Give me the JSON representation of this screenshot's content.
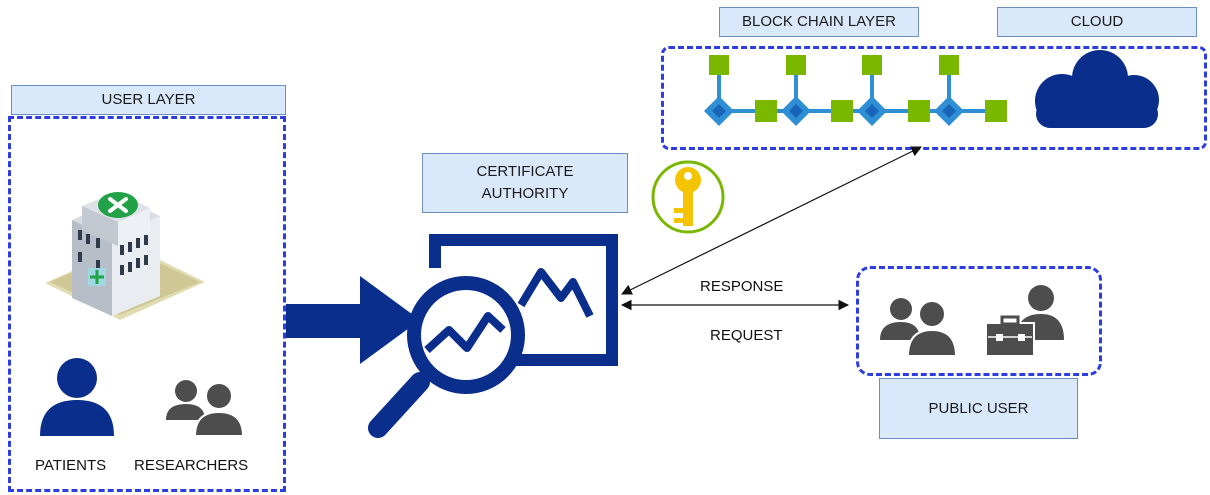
{
  "labels": {
    "user_layer": "USER LAYER",
    "certificate_authority_line1": "CERTIFICATE",
    "certificate_authority_line2": "AUTHORITY",
    "block_chain_layer": "BLOCK CHAIN LAYER",
    "cloud": "CLOUD",
    "public_user": "PUBLIC USER",
    "patients": "PATIENTS",
    "researchers": "RESEARCHERS",
    "response": "RESPONSE",
    "request": "REQUEST"
  },
  "colors": {
    "navy": "#0a2e8c",
    "dash_blue": "#2d3ee0",
    "label_fill": "#dae8fc",
    "label_stroke": "#6c8ebf",
    "chain_green": "#7ab800",
    "chain_blue": "#2e8fd4",
    "key_gold": "#f5c400",
    "gray_people": "#4d4d4d"
  },
  "icons": [
    "hospital-icon",
    "patient-icon",
    "researchers-icon",
    "certificate-authority-icon",
    "key-icon",
    "blockchain-icon",
    "cloud-icon",
    "public-users-icon",
    "business-user-icon"
  ]
}
